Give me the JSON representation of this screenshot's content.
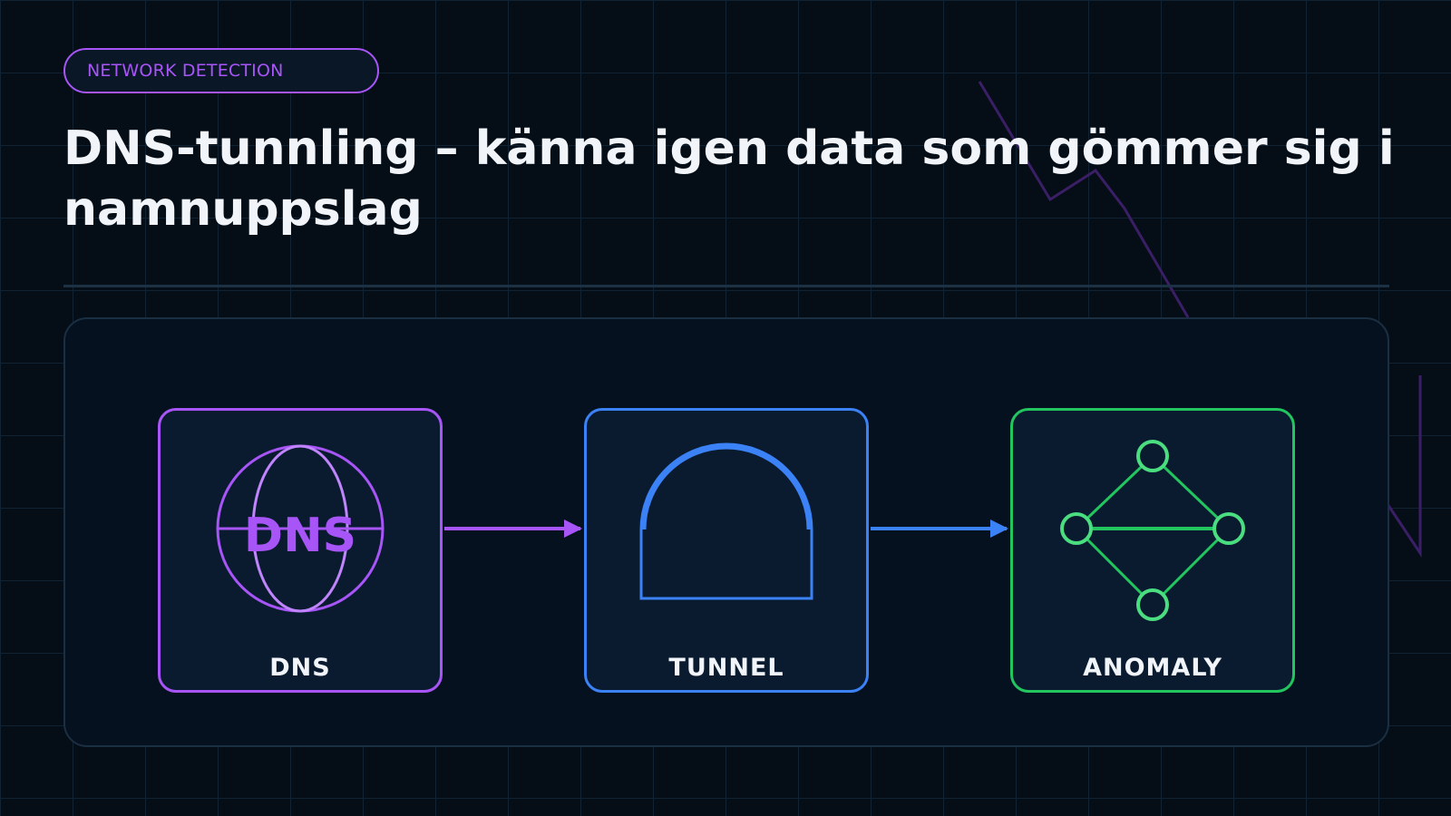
{
  "header": {
    "tag": "NETWORK DETECTION",
    "title": "DNS-tunnling – känna igen data som gömmer sig i namnuppslag"
  },
  "diagram": {
    "nodes": [
      {
        "id": "dns",
        "label": "DNS",
        "icon": "globe-icon",
        "icon_text": "DNS",
        "color": "#a855f7"
      },
      {
        "id": "tunnel",
        "label": "TUNNEL",
        "icon": "tunnel-arch-icon",
        "color": "#3b82f6"
      },
      {
        "id": "anomaly",
        "label": "ANOMALY",
        "icon": "network-graph-icon",
        "color": "#22c55e"
      }
    ],
    "edges": [
      {
        "from": "dns",
        "to": "tunnel",
        "color": "#a855f7"
      },
      {
        "from": "tunnel",
        "to": "anomaly",
        "color": "#3b82f6"
      }
    ]
  },
  "colors": {
    "background": "#050d17",
    "panel": "#061120",
    "card": "#0a1b30",
    "accent_purple": "#a855f7",
    "accent_blue": "#3b82f6",
    "accent_green": "#22c55e",
    "text": "#f1f5f9"
  }
}
